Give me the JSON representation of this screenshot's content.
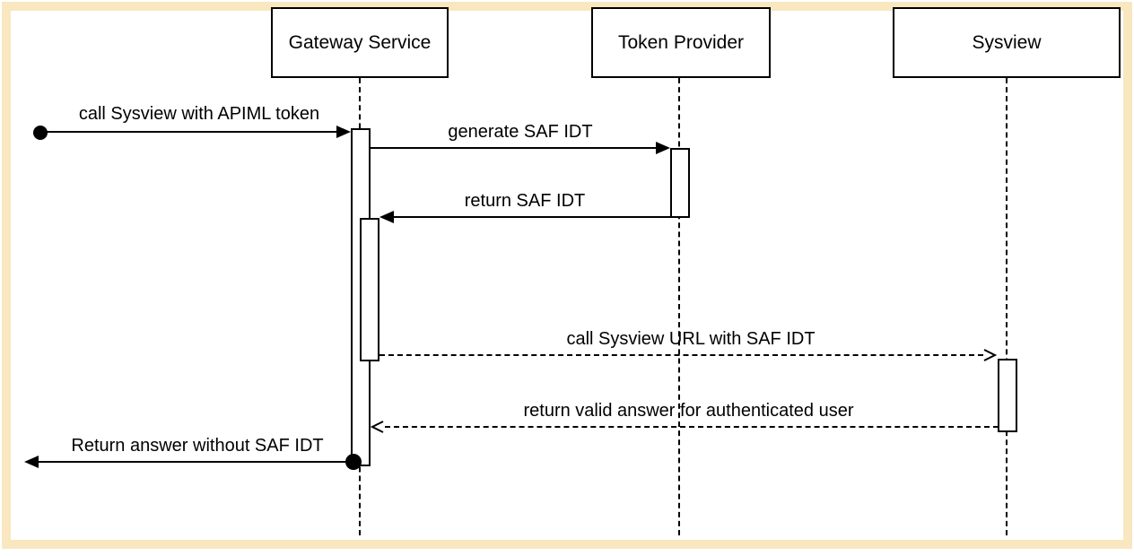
{
  "diagram": {
    "kind": "uml-sequence-diagram",
    "actors": [
      {
        "id": "gateway-service",
        "label": "Gateway Service"
      },
      {
        "id": "token-provider",
        "label": "Token Provider"
      },
      {
        "id": "sysview",
        "label": "Sysview"
      }
    ],
    "messages": [
      {
        "label": "call Sysview with APIML token",
        "from": "start",
        "to": "Gateway Service",
        "line": "solid",
        "arrowhead": "filled",
        "start_marker": "filled-circle"
      },
      {
        "label": "generate SAF IDT",
        "from": "Gateway Service",
        "to": "Token Provider",
        "line": "solid",
        "arrowhead": "filled"
      },
      {
        "label": "return SAF IDT",
        "from": "Token Provider",
        "to": "Gateway Service",
        "line": "solid",
        "arrowhead": "filled"
      },
      {
        "label": "call Sysview URL with SAF IDT",
        "from": "Gateway Service",
        "to": "Sysview",
        "line": "dashed",
        "arrowhead": "open"
      },
      {
        "label": "return valid answer for authenticated user",
        "from": "Sysview",
        "to": "Gateway Service",
        "line": "dashed",
        "arrowhead": "open"
      },
      {
        "label": "Return answer without SAF IDT",
        "from": "Gateway Service",
        "to": "end",
        "line": "solid",
        "arrowhead": "filled",
        "start_marker": "filled-circle"
      }
    ],
    "colors": {
      "frame_border": "#f9e7c0",
      "stroke": "#000000",
      "shape_fill": "#ffffff",
      "canvas": "#ffffff"
    }
  }
}
